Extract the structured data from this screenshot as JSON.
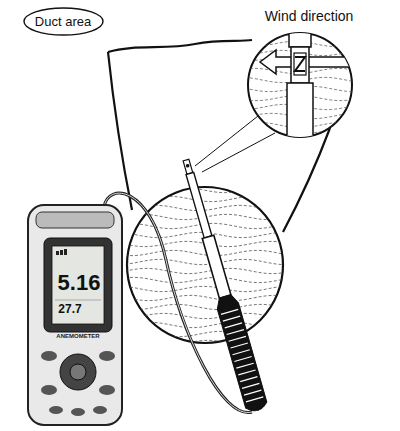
{
  "diagram": {
    "nodes": [
      {
        "text": [
          "Duct area"
        ]
      }
    ],
    "labels": [
      "Wind direction",
      "5.16",
      "27.7",
      "ANEMOMETER"
    ]
  }
}
